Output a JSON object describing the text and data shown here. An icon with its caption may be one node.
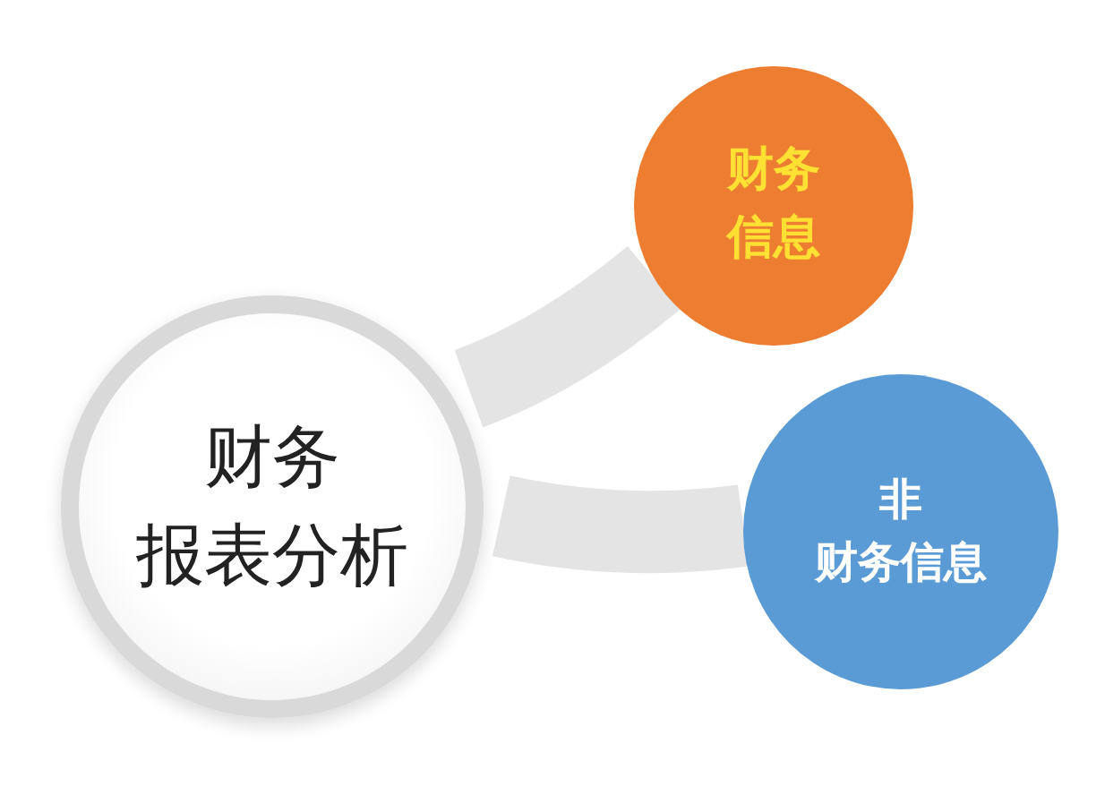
{
  "diagram": {
    "nodes": [
      {
        "text": [
          "财务",
          "报表分析"
        ]
      },
      {
        "text": [
          "财务信息"
        ]
      },
      {
        "text": [
          "非",
          "财务信息"
        ]
      }
    ],
    "edges": [
      {
        "from": 0,
        "to": 1,
        "arrow": "none"
      },
      {
        "from": 0,
        "to": 2,
        "arrow": "none"
      }
    ]
  }
}
